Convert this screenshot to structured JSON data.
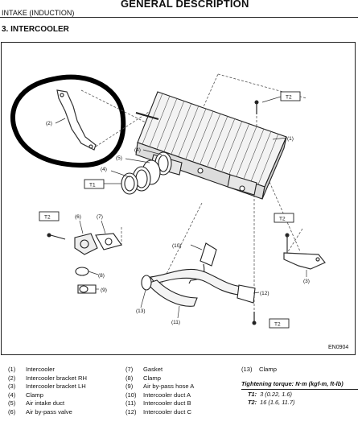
{
  "header": {
    "title": "GENERAL DESCRIPTION",
    "subtitle": "INTAKE (INDUCTION)",
    "section": "3.  INTERCOOLER"
  },
  "diagram": {
    "code": "EN0904",
    "callouts": {
      "c1a": "(1)",
      "c2": "(2)",
      "c3": "(3)",
      "c4a": "(4)",
      "c4b": "(4)",
      "c5": "(5)",
      "c6": "(6)",
      "c7": "(7)",
      "c8": "(8)",
      "c9": "(9)",
      "c10": "(10)",
      "c11": "(11)",
      "c12": "(12)",
      "c13": "(13)"
    },
    "torque_tags": {
      "t2a": "T2",
      "t1": "T1",
      "t2b": "T2",
      "t2c": "T2",
      "t2d": "T2"
    }
  },
  "legend": [
    {
      "num": "(1)",
      "label": "Intercooler"
    },
    {
      "num": "(2)",
      "label": "Intercooler bracket RH"
    },
    {
      "num": "(3)",
      "label": "Intercooler bracket LH"
    },
    {
      "num": "(4)",
      "label": "Clamp"
    },
    {
      "num": "(5)",
      "label": "Air intake duct"
    },
    {
      "num": "(6)",
      "label": "Air by-pass valve"
    },
    {
      "num": "(7)",
      "label": "Gasket"
    },
    {
      "num": "(8)",
      "label": "Clamp"
    },
    {
      "num": "(9)",
      "label": "Air by-pass hose A"
    },
    {
      "num": "(10)",
      "label": "Intercooler duct A"
    },
    {
      "num": "(11)",
      "label": "Intercooler duct B"
    },
    {
      "num": "(12)",
      "label": "Intercooler duct C"
    },
    {
      "num": "(13)",
      "label": "Clamp"
    }
  ],
  "torque": {
    "heading": "Tightening torque: N·m (kgf-m, ft-lb)",
    "t1_label": "T1:",
    "t1_value": "3 (0.22, 1.6)",
    "t2_label": "T2:",
    "t2_value": "16 (1.6, 11.7)"
  }
}
